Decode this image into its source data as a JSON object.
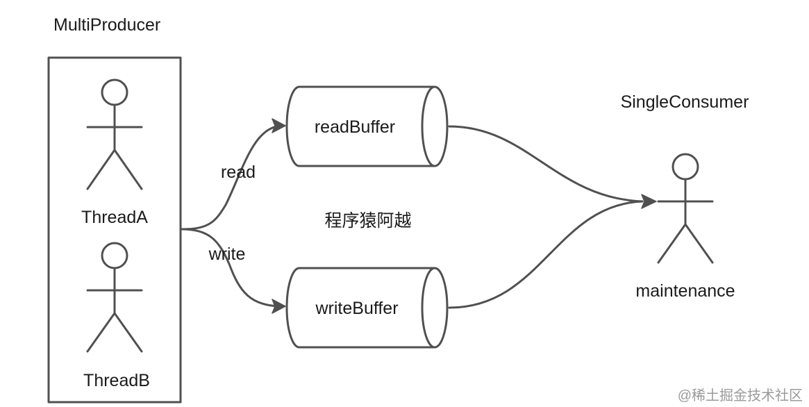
{
  "producer_group": {
    "title": "MultiProducer",
    "actors": [
      {
        "label": "ThreadA"
      },
      {
        "label": "ThreadB"
      }
    ]
  },
  "edges": {
    "read_label": "read",
    "write_label": "write"
  },
  "buffers": {
    "read": "readBuffer",
    "write": "writeBuffer"
  },
  "center_caption": "程序猿阿越",
  "consumer": {
    "title": "SingleConsumer",
    "actor_label": "maintenance"
  },
  "watermark": "@稀土掘金技术社区",
  "colors": {
    "stroke": "#505050",
    "text": "#1a1a1a",
    "watermark": "#9a9a9a"
  }
}
